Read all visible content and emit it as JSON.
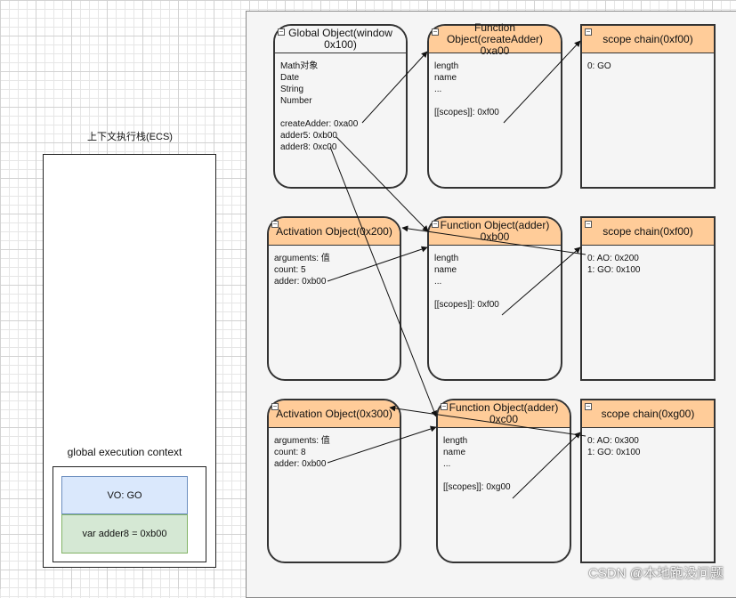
{
  "stack": {
    "title": "上下文执行栈(ECS)",
    "gec_title": "global execution context",
    "vo": "VO: GO",
    "adder8": "var adder8 = 0xb00"
  },
  "nodes": {
    "go": {
      "title": "Global Object(window 0x100)",
      "lines": [
        "Math对象",
        "Date",
        "String",
        "Number",
        "",
        "createAdder: 0xa00",
        "adder5: 0xb00",
        "adder8: 0xc00"
      ]
    },
    "fo1": {
      "title": "Function Object(createAdder) 0xa00",
      "lines": [
        "length",
        "name",
        "...",
        "",
        "[[scopes]]: 0xf00"
      ]
    },
    "sc1": {
      "title": "scope chain(0xf00)",
      "lines": [
        "0: GO"
      ]
    },
    "ao1": {
      "title": "Activation Object(0x200)",
      "lines": [
        "arguments: 值",
        "count: 5",
        "adder: 0xb00"
      ]
    },
    "fo2": {
      "title": "Function Object(adder) 0xb00",
      "lines": [
        "length",
        "name",
        "...",
        "",
        "[[scopes]]: 0xf00"
      ]
    },
    "sc2": {
      "title": "scope chain(0xf00)",
      "lines": [
        "0: AO: 0x200",
        "1: GO: 0x100"
      ]
    },
    "ao2": {
      "title": "Activation Object(0x300)",
      "lines": [
        "arguments: 值",
        "count: 8",
        "adder: 0xb00"
      ]
    },
    "fo3": {
      "title": "Function Object(adder) 0xc00",
      "lines": [
        "length",
        "name",
        "...",
        "",
        "[[scopes]]: 0xg00"
      ]
    },
    "sc3": {
      "title": "scope chain(0xg00)",
      "lines": [
        "0: AO: 0x300",
        "1: GO: 0x100"
      ]
    }
  },
  "colors": {
    "header_fill": "#ffcc99",
    "node_fill": "#f5f5f5",
    "vo_fill": "#dae8fc",
    "adder_fill": "#d5e8d4"
  },
  "watermark": "CSDN @本地跑没问题"
}
